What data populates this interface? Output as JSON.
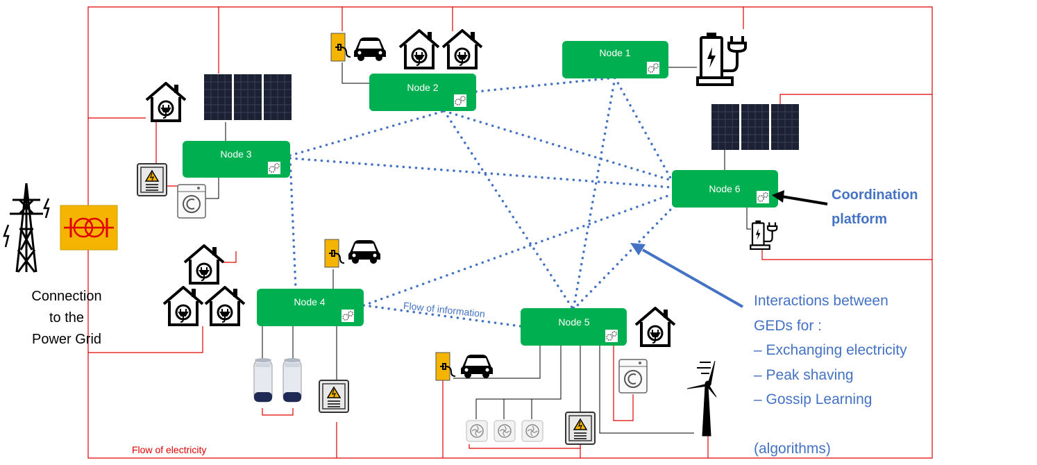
{
  "nodes": [
    {
      "label": "Node 1"
    },
    {
      "label": "Node 2"
    },
    {
      "label": "Node 3"
    },
    {
      "label": "Node 4"
    },
    {
      "label": "Node 5"
    },
    {
      "label": "Node 6"
    }
  ],
  "grid_connection": {
    "line1": "Connection",
    "line2": "to the",
    "line3": "Power Grid"
  },
  "coordination": {
    "line1": "Coordination",
    "line2": "platform"
  },
  "interactions": {
    "line1": "Interactions between",
    "line2": "GEDs for :",
    "items": [
      "– Exchanging electricity",
      "– Peak shaving",
      "– Gossip Learning"
    ],
    "footer": "(algorithms)"
  },
  "flow_information": "Flow of information",
  "flow_electricity": "Flow of electricity",
  "colors": {
    "node": "#00b050",
    "info": "#4472c4",
    "electric": "#e00000",
    "accent": "#f4b400"
  },
  "icons": [
    "house-icon",
    "solar-panel-icon",
    "ev-charger-icon",
    "car-icon",
    "battery-icon",
    "washing-machine-icon",
    "electrical-panel-icon",
    "water-heater-icon",
    "fan-icon",
    "wind-turbine-icon",
    "transmission-tower-icon",
    "transformer-icon",
    "settings-gears-icon"
  ]
}
